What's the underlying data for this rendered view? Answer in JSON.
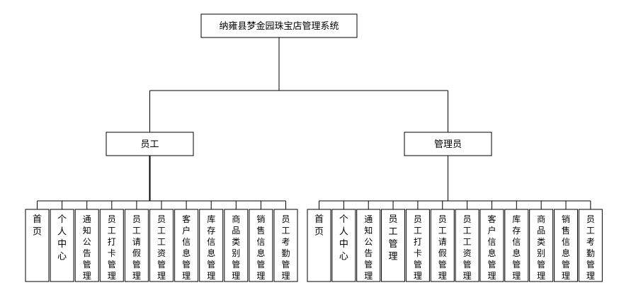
{
  "root": {
    "label": "纳雍县梦金园珠宝店管理系统"
  },
  "roles": [
    {
      "label": "员工",
      "modules": [
        "首页",
        "个人中心",
        "通知公告管理",
        "员工打卡管理",
        "员工请假管理",
        "员工工资管理",
        "客户信息管理",
        "库存信息管理",
        "商品类别管理",
        "销售信息管理",
        "员工考勤管理"
      ]
    },
    {
      "label": "管理员",
      "modules": [
        "首页",
        "个人中心",
        "通知公告管理",
        "员工管理",
        "员工打卡管理",
        "员工请假管理",
        "员工工资管理",
        "客户信息管理",
        "库存信息管理",
        "商品类别管理",
        "销售信息管理",
        "员工考勤管理"
      ]
    }
  ]
}
